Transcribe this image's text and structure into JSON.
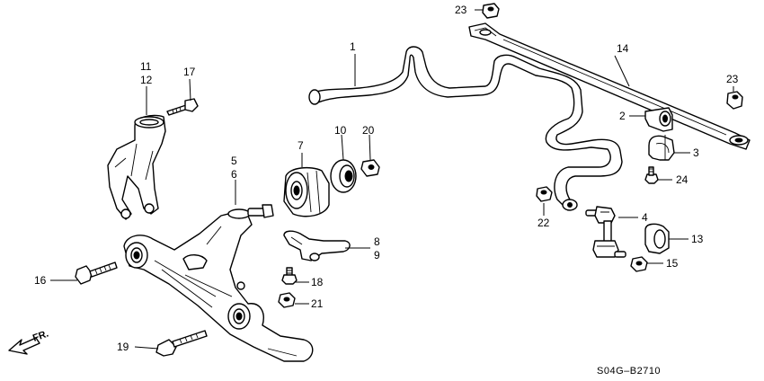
{
  "diagram_code": "S04G–B2710",
  "direction_label": "FR.",
  "callouts": {
    "p1": "1",
    "p2": "2",
    "p3": "3",
    "p4": "4",
    "p5": "5",
    "p6": "6",
    "p7": "7",
    "p8": "8",
    "p9": "9",
    "p10": "10",
    "p11": "11",
    "p12": "12",
    "p13": "13",
    "p14": "14",
    "p15": "15",
    "p16": "16",
    "p17": "17",
    "p18": "18",
    "p19": "19",
    "p20": "20",
    "p21": "21",
    "p22": "22",
    "p23a": "23",
    "p23b": "23",
    "p24": "24"
  }
}
